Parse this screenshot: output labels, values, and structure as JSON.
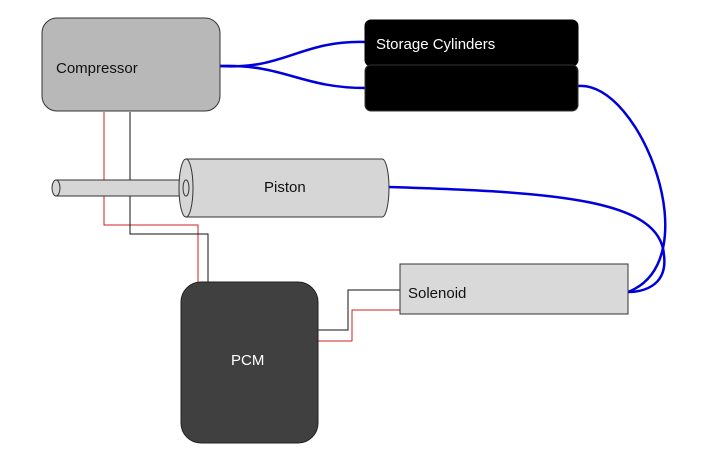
{
  "components": {
    "compressor": {
      "label": "Compressor"
    },
    "storage_cylinders": {
      "label": "Storage Cylinders"
    },
    "piston": {
      "label": "Piston"
    },
    "solenoid": {
      "label": "Solenoid"
    },
    "pcm": {
      "label": "PCM"
    }
  },
  "colors": {
    "air_line": "#0000dd",
    "signal_wire": "#cc2222",
    "ground_wire": "#111111",
    "compressor_fill": "#b8b8b8",
    "storage_fill": "#000000",
    "piston_fill": "#d6d6d6",
    "solenoid_fill": "#d9d9d9",
    "pcm_fill": "#404040"
  }
}
